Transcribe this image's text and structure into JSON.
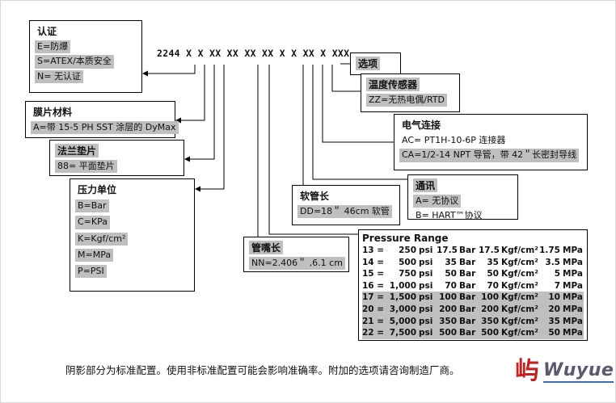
{
  "model_code": "2244 X X XX XX XX XX X X XX X XXX",
  "boxes": {
    "certification": {
      "title": "认证",
      "title_shaded": false,
      "options": [
        {
          "text": "E=防爆",
          "shaded": true
        },
        {
          "text": "S=ATEX/本质安全",
          "shaded": true
        },
        {
          "text": "N= 无认证",
          "shaded": true
        }
      ]
    },
    "diaphragm": {
      "title": "膜片材料",
      "title_shaded": false,
      "options": [
        {
          "text": "A=带 15-5 PH SST 涂层的 DyMax",
          "shaded": true
        }
      ]
    },
    "gasket": {
      "title": "法兰垫片",
      "title_shaded": true,
      "options": [
        {
          "text": "88= 平面垫片",
          "shaded": true
        }
      ]
    },
    "pressure_unit": {
      "title": "压力单位",
      "title_shaded": false,
      "options": [
        {
          "text": "B=Bar",
          "shaded": true
        },
        {
          "text": "C=KPa",
          "shaded": true
        },
        {
          "text": "K=Kgf/cm²",
          "shaded": true
        },
        {
          "text": "M=MPa",
          "shaded": true
        },
        {
          "text": "P=PSI",
          "shaded": true
        }
      ]
    },
    "options": {
      "title": "选项",
      "title_shaded": true
    },
    "temperature_sensor": {
      "title": "温度传感器",
      "title_shaded": true,
      "options": [
        {
          "text": "ZZ=无热电偶/RTD",
          "shaded": true
        }
      ]
    },
    "electrical": {
      "title": "电气连接",
      "title_shaded": false,
      "options": [
        {
          "text": "AC= PT1H-10-6P 连接器",
          "shaded": false
        },
        {
          "text": "CA=1/2-14 NPT 导管，带 42＂长密封导线",
          "shaded": true
        }
      ]
    },
    "communication": {
      "title": "通讯",
      "title_shaded": true,
      "options": [
        {
          "text": "A= 无协议",
          "shaded": true
        },
        {
          "text": "B= HART™协议",
          "shaded": false
        }
      ]
    },
    "hose_length": {
      "title": "软管长",
      "title_shaded": false,
      "options": [
        {
          "text": "DD=18＂ 46cm 软管",
          "shaded": true
        }
      ]
    },
    "nozzle_length": {
      "title": "管嘴长",
      "title_shaded": true,
      "options": [
        {
          "text": "NN=2.406＂ ,6.1 cm",
          "shaded": true
        }
      ]
    }
  },
  "pressure_table": {
    "title": "Pressure Range",
    "rows": [
      {
        "code": "13 =",
        "psi_v": "250",
        "psi_u": "psi",
        "bar_v": "17.5",
        "bar_u": "Bar",
        "kgf_v": "17.5",
        "kgf_u": "Kgf/cm²",
        "mpa_v": "1.75",
        "mpa_u": "MPa",
        "shaded": false
      },
      {
        "code": "14 =",
        "psi_v": "500",
        "psi_u": "psi",
        "bar_v": "35",
        "bar_u": "Bar",
        "kgf_v": "35",
        "kgf_u": "Kgf/cm²",
        "mpa_v": "3.5",
        "mpa_u": "MPa",
        "shaded": false
      },
      {
        "code": "15 =",
        "psi_v": "750",
        "psi_u": "psi",
        "bar_v": "50",
        "bar_u": "Bar",
        "kgf_v": "50",
        "kgf_u": "Kgf/cm²",
        "mpa_v": "5",
        "mpa_u": "MPa",
        "shaded": false
      },
      {
        "code": "16 =",
        "psi_v": "1,000",
        "psi_u": "psi",
        "bar_v": "70",
        "bar_u": "Bar",
        "kgf_v": "70",
        "kgf_u": "Kgf/cm²",
        "mpa_v": "7",
        "mpa_u": "MPa",
        "shaded": false
      },
      {
        "code": "17 =",
        "psi_v": "1,500",
        "psi_u": "psi",
        "bar_v": "100",
        "bar_u": "Bar",
        "kgf_v": "100",
        "kgf_u": "Kgf/cm²",
        "mpa_v": "10",
        "mpa_u": "MPa",
        "shaded": true
      },
      {
        "code": "20 =",
        "psi_v": "3,000",
        "psi_u": "psi",
        "bar_v": "200",
        "bar_u": "Bar",
        "kgf_v": "200",
        "kgf_u": "Kgf/cm²",
        "mpa_v": "20",
        "mpa_u": "MPa",
        "shaded": true
      },
      {
        "code": "21 =",
        "psi_v": "5,000",
        "psi_u": "psi",
        "bar_v": "350",
        "bar_u": "Bar",
        "kgf_v": "350",
        "kgf_u": "Kgf/cm²",
        "mpa_v": "35",
        "mpa_u": "MPa",
        "shaded": true
      },
      {
        "code": "22 =",
        "psi_v": "7,500",
        "psi_u": "psi",
        "bar_v": "500",
        "bar_u": "Bar",
        "kgf_v": "500",
        "kgf_u": "Kgf/cm²",
        "mpa_v": "50",
        "mpa_u": "MPa",
        "shaded": true
      }
    ]
  },
  "footnote": "阴影部分为标准配置。使用非标准配置可能会影响准确率。附加的选项请咨询制造厂商。",
  "logo": {
    "icon_glyph": "屿",
    "text": "Wuyue"
  },
  "colors": {
    "shade": "#bfbfbf",
    "logo_red": "#c42020"
  }
}
